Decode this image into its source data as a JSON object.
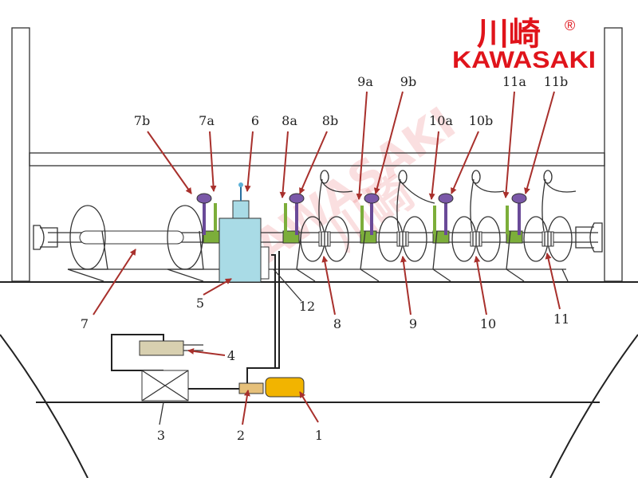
{
  "logo": {
    "chinese": "川崎",
    "registered": "®",
    "english": "KAWASAKI"
  },
  "labels": {
    "l7b": "7b",
    "l7a": "7a",
    "l6": "6",
    "l8a": "8a",
    "l8b": "8b",
    "l9a": "9a",
    "l9b": "9b",
    "l10a": "10a",
    "l10b": "10b",
    "l11a": "11a",
    "l11b": "11b",
    "l7": "7",
    "l5": "5",
    "l12": "12",
    "l8": "8",
    "l9": "9",
    "l10": "10",
    "l11": "11",
    "l4": "4",
    "l3": "3",
    "l2": "2",
    "l1": "1"
  },
  "colors": {
    "arrow": "#a8302c",
    "motor": "#a9dbe6",
    "bracket": "#7cae3a",
    "brake": "#7a58a8",
    "engine": "#f2b400",
    "logo": "#e0141b"
  }
}
